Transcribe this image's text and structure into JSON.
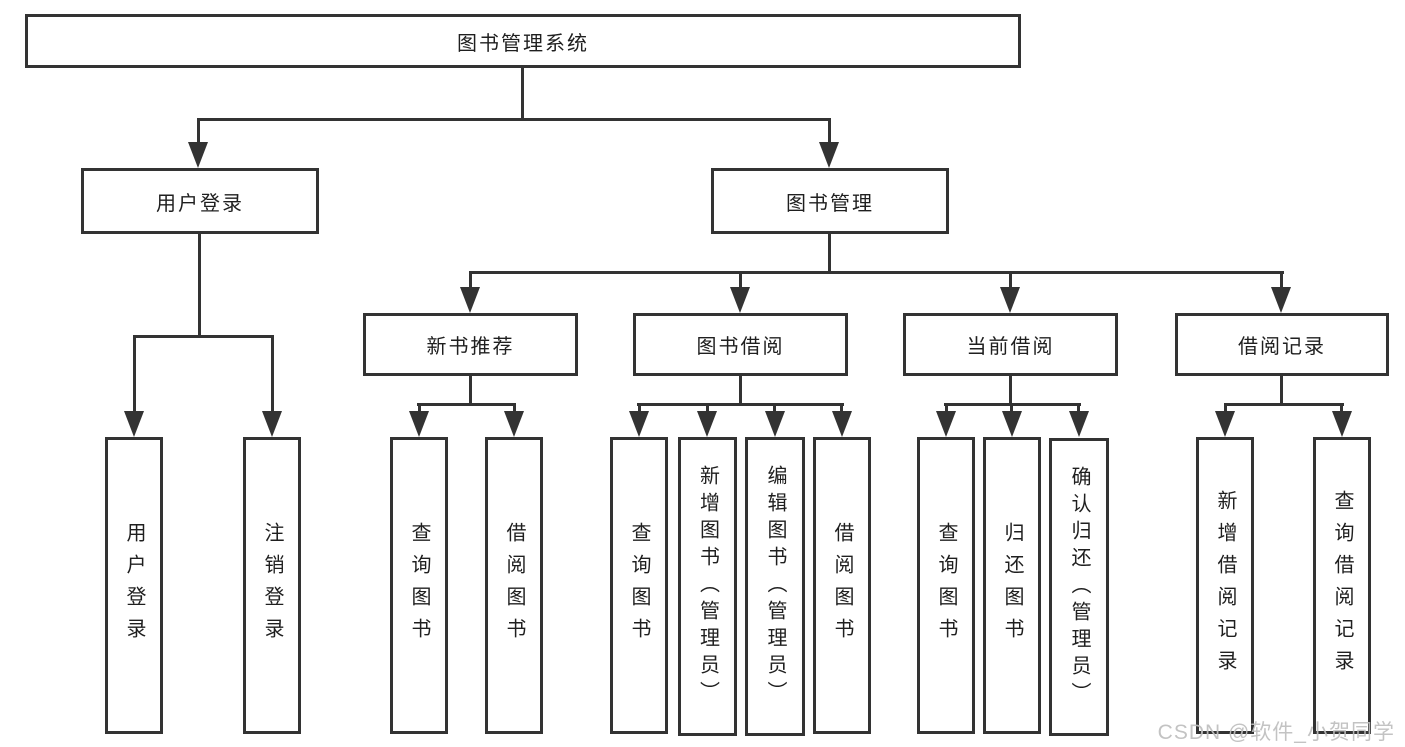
{
  "tree": {
    "root": {
      "label": "图书管理系统"
    },
    "branches": [
      {
        "label": "用户登录",
        "children": [
          {
            "label": "用户登录"
          },
          {
            "label": "注销登录"
          }
        ]
      },
      {
        "label": "图书管理",
        "children": [
          {
            "label": "新书推荐",
            "children": [
              {
                "label": "查询图书"
              },
              {
                "label": "借阅图书"
              }
            ]
          },
          {
            "label": "图书借阅",
            "children": [
              {
                "label": "查询图书"
              },
              {
                "label": "新增图书（管理员）"
              },
              {
                "label": "编辑图书（管理员）"
              },
              {
                "label": "借阅图书"
              }
            ]
          },
          {
            "label": "当前借阅",
            "children": [
              {
                "label": "查询图书"
              },
              {
                "label": "归还图书"
              },
              {
                "label": "确认归还（管理员）"
              }
            ]
          },
          {
            "label": "借阅记录",
            "children": [
              {
                "label": "新增借阅记录"
              },
              {
                "label": "查询借阅记录"
              }
            ]
          }
        ]
      }
    ]
  },
  "watermark": {
    "text": "CSDN @软件_小贺同学"
  },
  "colors": {
    "line": "#333333",
    "box_border": "#333333",
    "text": "#1f1f1f",
    "background": "#ffffff",
    "watermark": "#bebebe"
  }
}
